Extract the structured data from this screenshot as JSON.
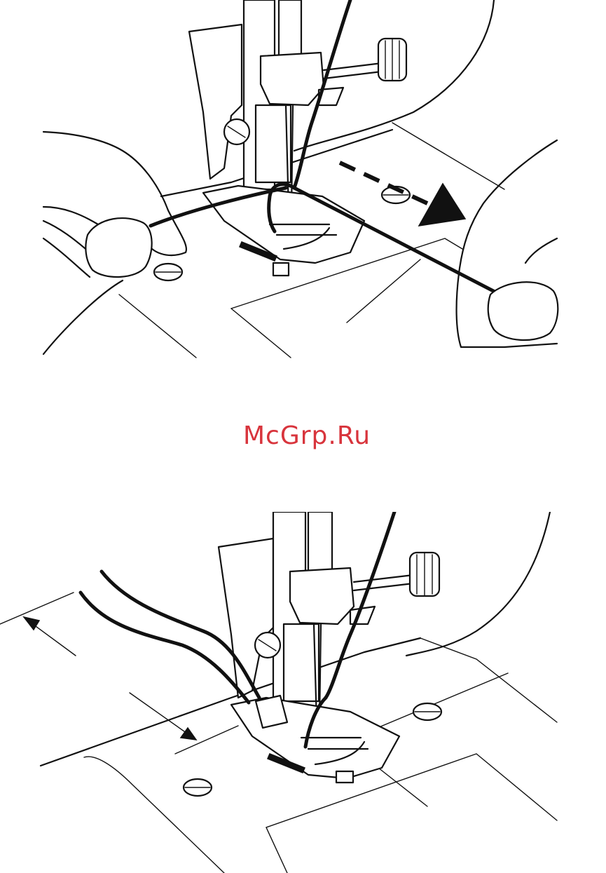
{
  "watermark": {
    "text": "McGrp.Ru",
    "color": "#d8343c"
  },
  "illustrations": [
    {
      "id": "top",
      "content": "presser-foot-needle-thread-pulled-right"
    },
    {
      "id": "bottom",
      "content": "presser-foot-threads-under-foot-to-back"
    }
  ],
  "colors": {
    "line": "#111111",
    "background": "#ffffff"
  }
}
